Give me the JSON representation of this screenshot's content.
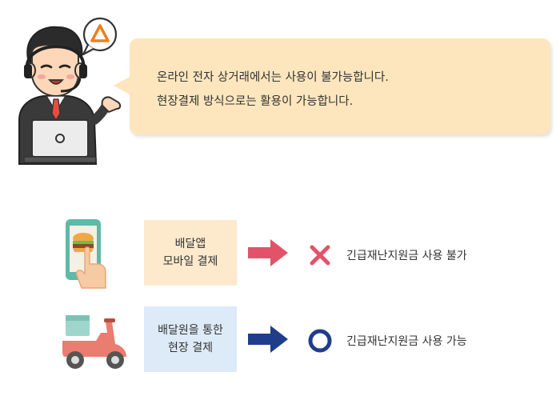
{
  "speech": {
    "line1": "온라인 전자 상거래에서는 사용이 불가능합니다.",
    "line2": "현장결제 방식으로는 활용이 가능합니다."
  },
  "rows": [
    {
      "label_line1": "배달앱",
      "label_line2": "모바일 결제",
      "result": "긴급재난지원금 사용 불가",
      "box_color": "#fde9cc",
      "arrow_color": "#e2536a",
      "mark_icon": "cross-icon",
      "mark_color": "#e2536a"
    },
    {
      "label_line1": "배달원을 통한",
      "label_line2": "현장 결제",
      "result": "긴급재난지원금 사용 가능",
      "box_color": "#ddeaf8",
      "arrow_color": "#1f3d8a",
      "mark_icon": "circle-icon",
      "mark_color": "#1f3d8a"
    }
  ]
}
